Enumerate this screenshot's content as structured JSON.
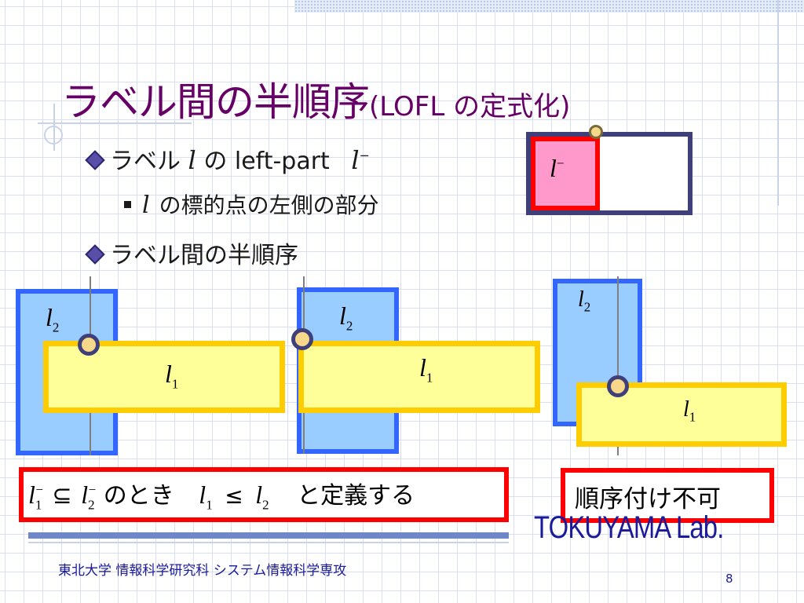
{
  "title": {
    "main": "ラベル間の半順序",
    "paren": "(LOFL の定式化)"
  },
  "bullets": {
    "b1_prefix": "ラベル",
    "b1_var": "l",
    "b1_mid": "の left-part",
    "b1_var2": "l",
    "b1_sup": "−",
    "b2_var": "l",
    "b2_text": "の標的点の左側の部分",
    "b3_text": "ラベル間の半順序"
  },
  "lminus": {
    "var": "l",
    "sup": "−"
  },
  "diagram": {
    "l2": {
      "var": "l",
      "sub": "2"
    },
    "l1": {
      "var": "l",
      "sub": "1"
    }
  },
  "definition": {
    "a_var": "l",
    "a_sub": "1",
    "a_sup": "−",
    "subseteq": "⊆",
    "b_var": "l",
    "b_sub": "2",
    "b_sup": "−",
    "notoki": "のとき",
    "c_var": "l",
    "c_sub": "1",
    "leq": "≤",
    "d_var": "l",
    "d_sub": "2",
    "suffix": "と定義する"
  },
  "unorderable": "順序付け不可",
  "brand": "TOKUYAMA Lab.",
  "footer": "東北大学 情報科学研究科 システム情報科学専攻",
  "page_number": "8"
}
